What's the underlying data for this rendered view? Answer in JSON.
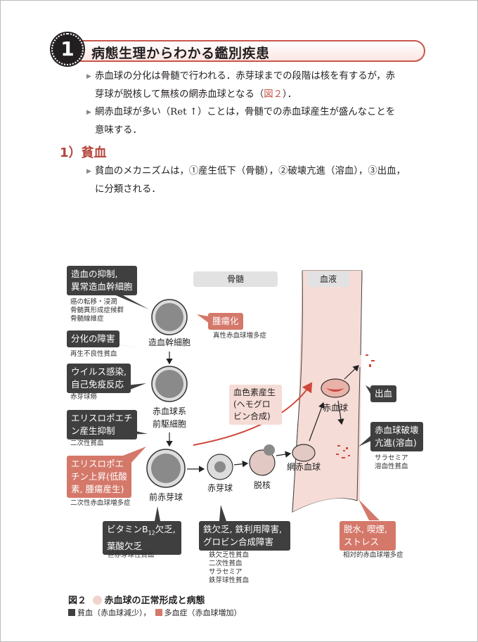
{
  "section": {
    "number": "1",
    "title": "病態生理からわかる鑑別疾患"
  },
  "bullets": [
    {
      "line1": "赤血球の分化は骨髄で行われる．赤芽球までの段階は核を有するが，赤",
      "line2_pre": "芽球が脱核して無核の網赤血球となる（",
      "line2_ref": "図２",
      "line2_post": "）．"
    },
    {
      "line1": "網赤血球が多い（Ret ↑）ことは，骨髄での赤血球産生が盛んなことを",
      "line2": "意味する．"
    }
  ],
  "subsection": {
    "title": "1）貧血",
    "bullet": {
      "line1": "貧血のメカニズムは，①産生低下（骨髄），②破壊亢進（溶血），③出血，",
      "line2": "に分類される．"
    }
  },
  "figure": {
    "regions": {
      "marrow": "骨髄",
      "blood": "血液"
    },
    "cells": {
      "hsc": "造血幹細胞",
      "progenitor1": "赤血球系",
      "progenitor2": "前駆細胞",
      "proerythroblast": "前赤芽球",
      "erythroblast": "赤芽球",
      "enucleation": "脱核",
      "reticulocyte": "網赤血球",
      "rbc": "赤血球"
    },
    "callouts": {
      "suppression": {
        "l1": "造血の抑制,",
        "l2": "異常造血幹細胞",
        "notes": [
          "癌の転移・浸潤",
          "骨髄異形成症候群",
          "骨髄線維症"
        ]
      },
      "differentiation": {
        "l1": "分化の障害",
        "notes": [
          "再生不良性貧血"
        ]
      },
      "virus": {
        "l1": "ウイルス感染,",
        "l2": "自己免疫反応",
        "notes": [
          "赤芽球癆"
        ]
      },
      "epo_down": {
        "l1": "エリスロポエチ",
        "l2": "ン産生抑制",
        "notes": [
          "二次性貧血"
        ]
      },
      "epo_up": {
        "l1": "エリスロポエ",
        "l2": "チン上昇(低酸",
        "l3": "素, 腫瘍産生)",
        "notes": [
          "二次性赤血球増多症"
        ]
      },
      "tumor": {
        "l1": "腫瘍化",
        "notes": [
          "真性赤血球増多症"
        ]
      },
      "hemoglobin": {
        "l1": "血色素産生",
        "l2": "(ヘモグロ",
        "l3": "ビン合成)"
      },
      "b12": {
        "l1a": "ビタミンB",
        "l1sub": "12",
        "l1b": "欠乏,",
        "l2": "葉酸欠乏",
        "notes": [
          "巨赤芽球性貧血"
        ]
      },
      "iron": {
        "l1": "鉄欠乏, 鉄利用障害,",
        "l2": "グロビン合成障害",
        "notes": [
          "鉄欠乏性貧血",
          "二次性貧血",
          "サラセミア",
          "鉄芽球性貧血"
        ]
      },
      "bleeding": {
        "l1": "出血"
      },
      "hemolysis": {
        "l1": "赤血球破壊",
        "l2": "亢進(溶血)",
        "notes": [
          "サラセミア",
          "溶血性貧血"
        ]
      },
      "dehydration": {
        "l1": "脱水, 喫煙,",
        "l2": "ストレス",
        "notes": [
          "相対的赤血球増多症"
        ]
      }
    },
    "caption": {
      "number": "図２",
      "title": "赤血球の正常形成と病態"
    },
    "legend": [
      {
        "label": "貧血（赤血球減少），",
        "color": "#3f3f3f"
      },
      {
        "label": "多血症（赤血球増加）",
        "color": "#d4786a"
      }
    ]
  }
}
